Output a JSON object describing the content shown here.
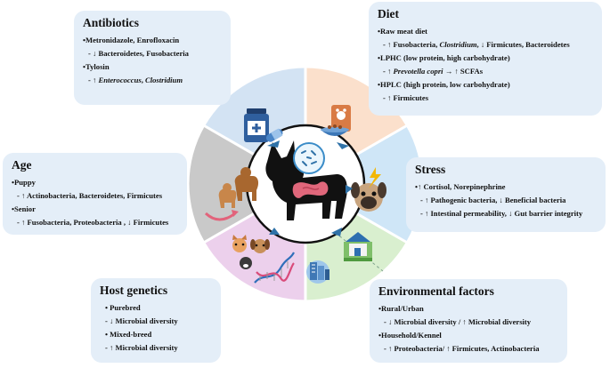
{
  "antibiotics": {
    "title": "Antibiotics",
    "lines": [
      {
        "html": "•Metronidazole, Enrofloxacin",
        "sub": false
      },
      {
        "html": "- ↓ Bacteroidetes, Fusobacteria",
        "sub": true
      },
      {
        "html": "•Tylosin",
        "sub": false
      },
      {
        "html": "- ↑ <i>Enterococcus</i>, <i>Clostridium</i>",
        "sub": true
      }
    ]
  },
  "diet": {
    "title": "Diet",
    "lines": [
      {
        "html": "•Raw meat diet",
        "sub": false
      },
      {
        "html": "- ↑ Fusobacteria, <i>Clostridium</i>, ↓ Firmicutes, Bacteroidetes",
        "sub": true
      },
      {
        "html": "•LPHC (low protein, high carbohydrate)",
        "sub": false
      },
      {
        "html": "- ↑ <i>Prevotella copri</i> → ↑ SCFAs",
        "sub": true
      },
      {
        "html": "•HPLC (high protein, low carbohydrate)",
        "sub": false
      },
      {
        "html": "- ↑ Firmicutes",
        "sub": true
      }
    ]
  },
  "age": {
    "title": "Age",
    "lines": [
      {
        "html": "•Puppy",
        "sub": false
      },
      {
        "html": "- ↑ Actinobacteria, Bacteroidetes, Firmicutes",
        "sub": true
      },
      {
        "html": "•Senior",
        "sub": false
      },
      {
        "html": "- ↑ Fusobacteria, Proteobacteria , ↓ Firmicutes",
        "sub": true
      }
    ]
  },
  "stress": {
    "title": "Stress",
    "lines": [
      {
        "html": "•↑ Cortisol, Norepinephrine",
        "sub": false
      },
      {
        "html": "- ↑ Pathogenic bacteria, ↓ Beneficial bacteria",
        "sub": true
      },
      {
        "html": "- ↑ Intestinal permeability, ↓ Gut barrier integrity",
        "sub": true
      }
    ]
  },
  "genetics": {
    "title": "Host genetics",
    "lines": [
      {
        "html": "• Purebred",
        "sub": true
      },
      {
        "html": "- ↓ Microbial diversity",
        "sub": true
      },
      {
        "html": "• Mixed-breed",
        "sub": true
      },
      {
        "html": "- ↑ Microbial diversity",
        "sub": true
      }
    ]
  },
  "environment": {
    "title": "Environmental factors",
    "lines": [
      {
        "html": "•Rural/Urban",
        "sub": false
      },
      {
        "html": "- ↓ Microbial diversity / ↑ Microbial diversity",
        "sub": true
      },
      {
        "html": "•Household/Kennel",
        "sub": false
      },
      {
        "html": "- ↑ Proteobacteria/ ↑ Firmicutes, Actinobacteria",
        "sub": true
      }
    ]
  },
  "colors": {
    "box_bg": "#e4eef8",
    "segment_antibiotics": "#d3e3f3",
    "segment_diet": "#fbe0cc",
    "segment_stress": "#cfe6f7",
    "segment_environment": "#d9efcf",
    "segment_genetics": "#ecd0ec",
    "segment_age": "#c9c9c9"
  }
}
